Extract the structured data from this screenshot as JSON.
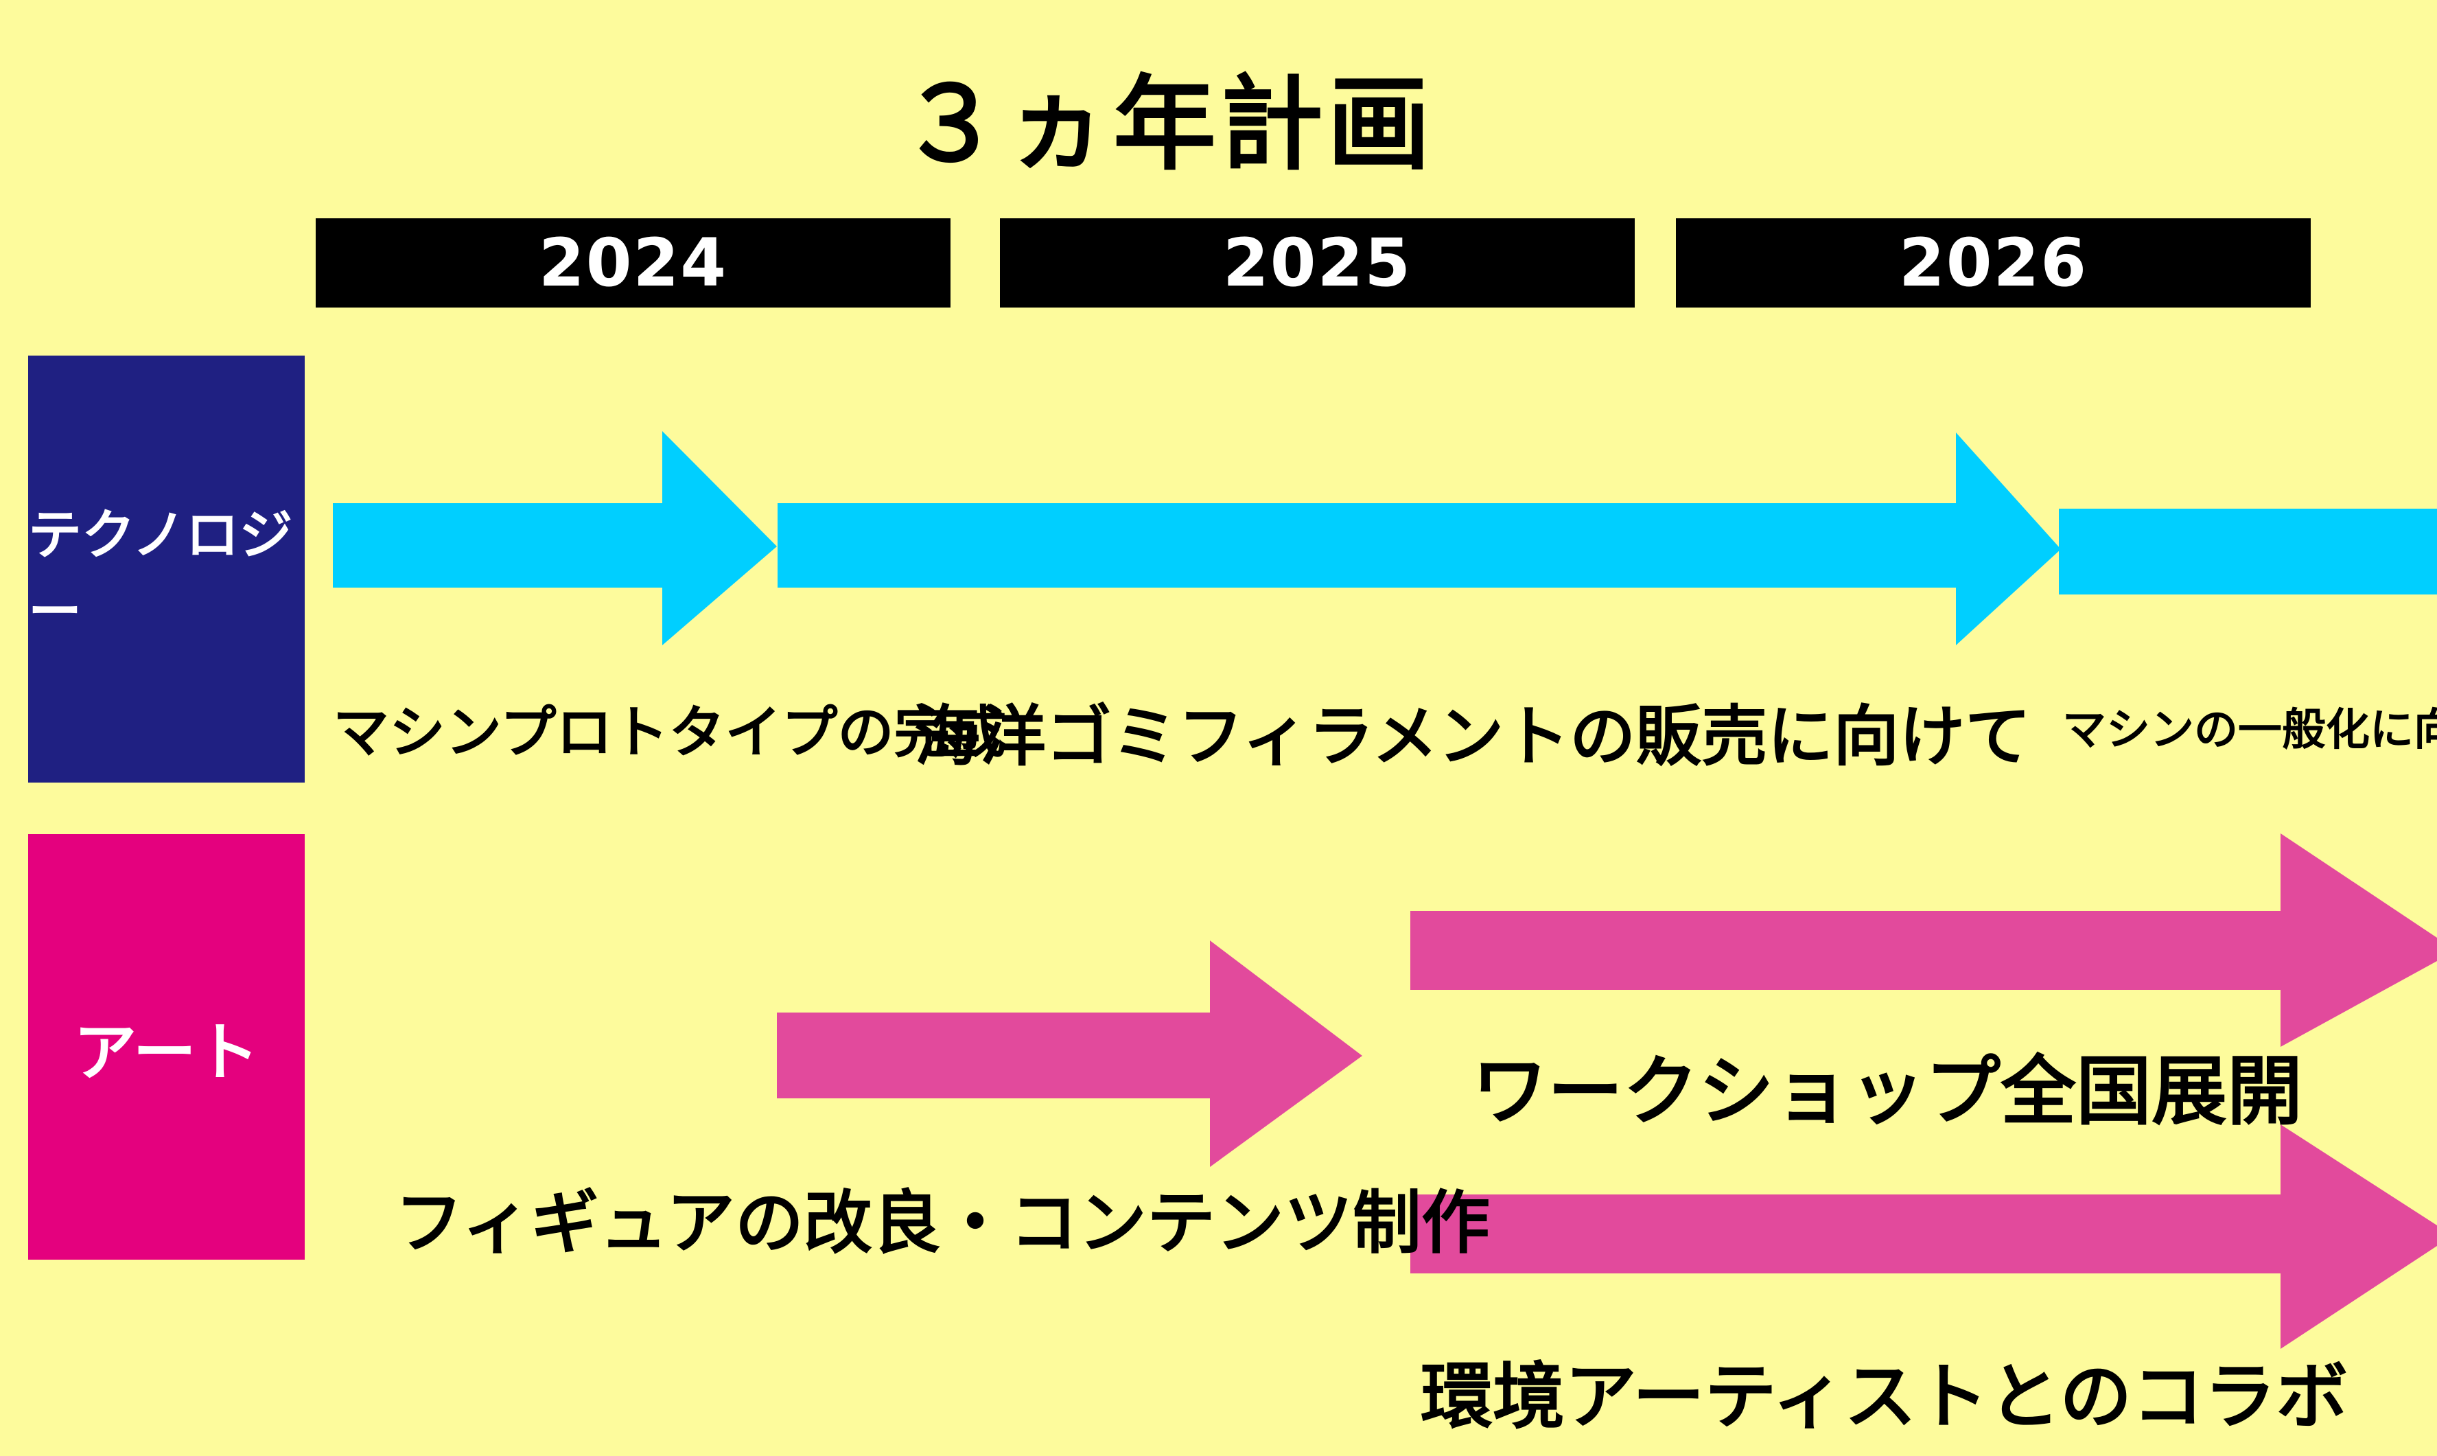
{
  "title": "３ヵ年計画",
  "years": [
    "2024",
    "2025",
    "2026"
  ],
  "categories": {
    "technology": "テクノロジー",
    "art": "アート"
  },
  "technology_milestones": [
    "マシンプロトタイプの完成",
    "海洋ゴミフィラメントの販売に向けて",
    "マシンの一般化に向けて"
  ],
  "art_milestones": [
    "フィギュアの改良・コンテンツ制作",
    "ワークショップ全国展開",
    "環境アーティストとのコラボ"
  ],
  "colors": {
    "background": "#fdfb9c",
    "technology_box": "#1f2082",
    "technology_arrow": "#00cfff",
    "art_box": "#e4017e",
    "art_arrow": "#e24a9c",
    "year_bar": "#000000"
  }
}
